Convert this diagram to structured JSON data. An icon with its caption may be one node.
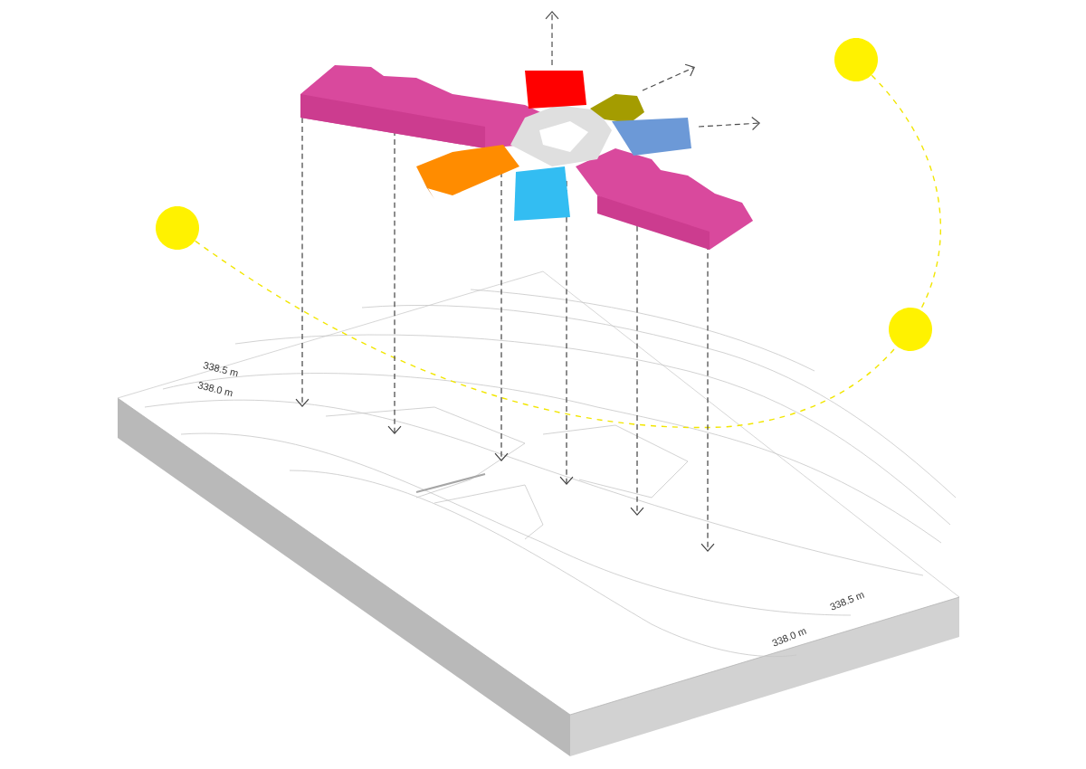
{
  "diagram": {
    "nodes": [
      {
        "text": [],
        "shape": "circle"
      },
      {
        "text": [],
        "shape": "circle"
      },
      {
        "text": [],
        "shape": "circle"
      }
    ],
    "edges": [
      {
        "from": 0,
        "to": 2,
        "arrow": "none",
        "style": "dashed",
        "color": "#f2e600"
      },
      {
        "from": 1,
        "to": 2,
        "arrow": "none",
        "style": "dashed",
        "color": "#f2e600"
      }
    ],
    "labels": [
      "338.5 m",
      "338.0 m",
      "338.5 m",
      "338.0 m"
    ]
  }
}
